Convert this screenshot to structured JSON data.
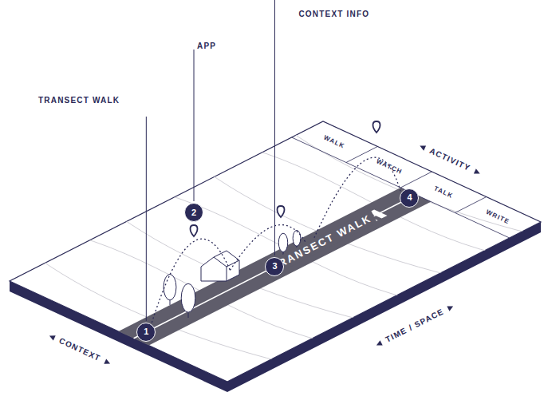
{
  "diagram": {
    "nodes": [
      {
        "text": [
          "1"
        ]
      },
      {
        "text": [
          "2"
        ]
      },
      {
        "text": [
          "3"
        ]
      },
      {
        "text": [
          "4"
        ]
      }
    ],
    "labels": [
      "TRANSECT WALK",
      "APP",
      "CONTEXT INFO",
      "WALK",
      "WATCH",
      "TALK",
      "WRITE",
      "ACTIVITY",
      "TRANSECT WALK",
      "TIME / SPACE",
      "CONTEXT"
    ]
  }
}
